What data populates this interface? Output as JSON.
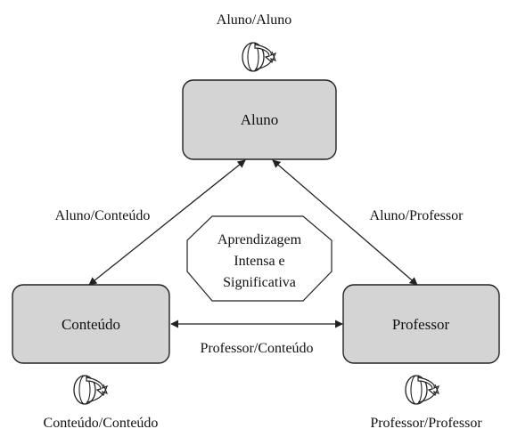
{
  "diagram": {
    "nodes": {
      "aluno": "Aluno",
      "conteudo": "Conteúdo",
      "professor": "Professor"
    },
    "center": {
      "lines": [
        "Aprendizagem",
        "Intensa e",
        "Significativa"
      ]
    },
    "edges": {
      "aluno_conteudo": "Aluno/Conteúdo",
      "aluno_professor": "Aluno/Professor",
      "professor_conteudo": "Professor/Conteúdo"
    },
    "self_loops": {
      "aluno": "Aluno/Aluno",
      "conteudo": "Conteúdo/Conteúdo",
      "professor": "Professor/Professor"
    }
  },
  "colors": {
    "box_fill": "#d4d4d4",
    "stroke": "#222222",
    "text": "#111111",
    "background": "#ffffff"
  }
}
